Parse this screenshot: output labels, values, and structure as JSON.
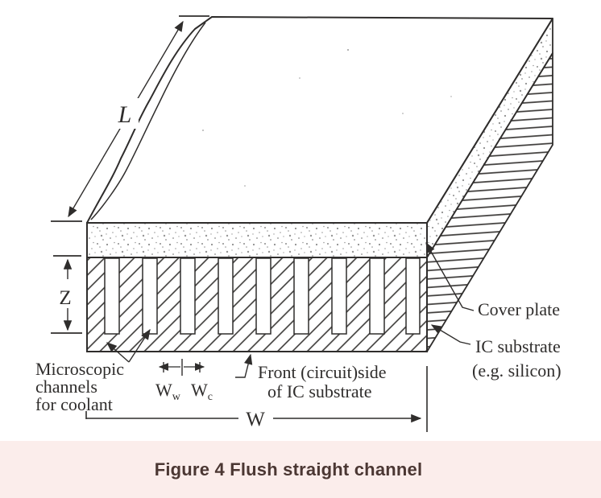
{
  "figure": {
    "caption": "Figure 4 Flush straight channel",
    "dim_labels": {
      "length": "L",
      "channel_depth": "Z",
      "substrate_width": "W",
      "wall_width": {
        "base": "W",
        "sub": "w"
      },
      "channel_width": {
        "base": "W",
        "sub": "c"
      }
    },
    "annotations": {
      "microscopic_channels": {
        "lines": [
          "Microscopic",
          "channels",
          "for coolant"
        ]
      },
      "front_side": {
        "lines": [
          "Front (circuit)side",
          "of IC substrate"
        ]
      },
      "cover_plate": "Cover plate",
      "ic_substrate": {
        "lines": [
          "IC substrate",
          "(e.g. silicon)"
        ]
      }
    },
    "colors": {
      "caption_bg": "#fbedeb",
      "caption_text": "#4b3733",
      "line": "#2f2d2c",
      "paper": "#ffffff"
    }
  }
}
